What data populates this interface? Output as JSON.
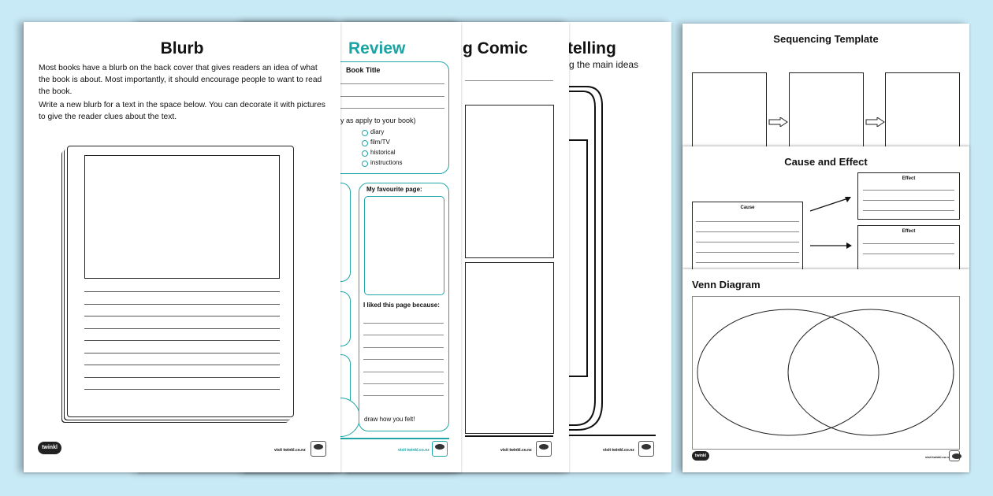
{
  "blurb": {
    "title": "Blurb",
    "paragraph1": "Most books have a blurb on the back cover that gives readers an idea of what the book is about. Most importantly, it should encourage people to want to read the book.",
    "paragraph2": "Write a new blurb for a text in the space below. You can decorate it with pictures to give the reader clues about the text.",
    "logo": "twinkl",
    "footer": "visit twinkl.co.nz"
  },
  "review": {
    "title": "Review",
    "book_title_label": "Book Title",
    "tick_instruction": "y as apply to your book)",
    "options": [
      "diary",
      "film/TV",
      "historical",
      "instructions"
    ],
    "favourite_page_label": "My favourite page:",
    "liked_label": "I liked this page because:",
    "draw_label": "draw how you felt!",
    "footer": "visit twinkl.co.nz",
    "accent": "#20a6a6"
  },
  "comic": {
    "title": "g Comic",
    "footer": "visit twinkl.co.nz"
  },
  "storytelling": {
    "title": "telling",
    "subtitle": "g the main ideas",
    "footer": "visit twinkl.co.nz"
  },
  "sequencing": {
    "title": "Sequencing Template"
  },
  "cause_effect": {
    "title": "Cause and Effect",
    "cause_label": "Cause",
    "effect_labels": [
      "Effect",
      "Effect"
    ]
  },
  "venn": {
    "title": "Venn Diagram",
    "logo": "twinkl",
    "footer": "visit twinkl.co.nz"
  },
  "colors": {
    "background": "#c8e9f6",
    "accent": "#20a6a6"
  }
}
